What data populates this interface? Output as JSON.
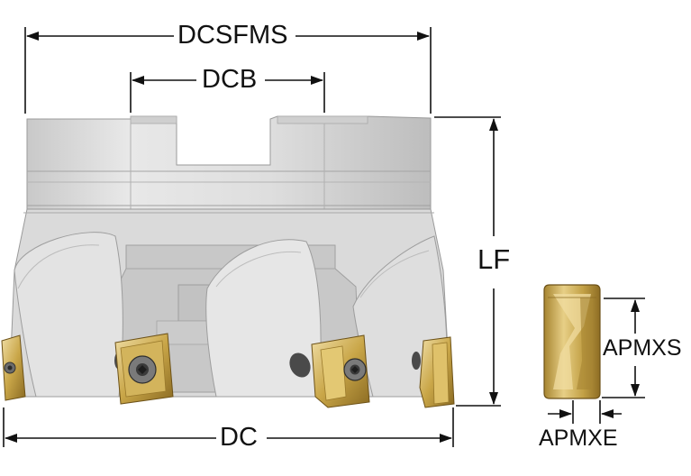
{
  "labels": {
    "dcsfms": "DCSFMS",
    "dcb": "DCB",
    "lf": "LF",
    "dc": "DC",
    "apmxs": "APMXS",
    "apmxe": "APMXE"
  },
  "colors": {
    "body_light": "#e4e4e4",
    "body_mid": "#cdcdcd",
    "body_shadow": "#b9b9b9",
    "edge": "#9a9a9a",
    "insert_gold": "#c9a648",
    "insert_light": "#ecd79a",
    "insert_dark": "#8a6a22",
    "line": "#111111"
  }
}
